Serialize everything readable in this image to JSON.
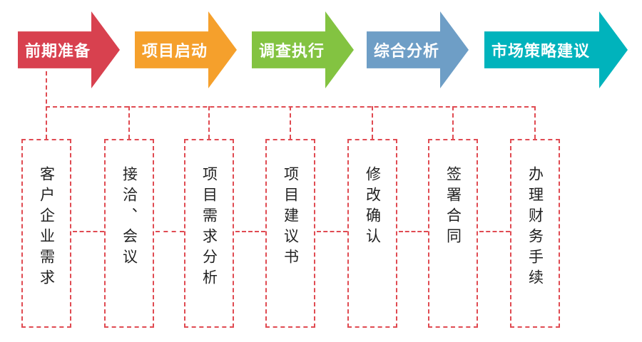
{
  "diagram": {
    "stages": [
      {
        "label": "前期准备",
        "color": "#d8414f"
      },
      {
        "label": "项目启动",
        "color": "#f5a02c"
      },
      {
        "label": "调查执行",
        "color": "#83c341"
      },
      {
        "label": "综合分析",
        "color": "#6e9ec6"
      },
      {
        "label": "市场策略建议",
        "color": "#00b3bc"
      }
    ],
    "steps": [
      {
        "label": "客户企业需求"
      },
      {
        "label": "接洽、会议"
      },
      {
        "label": "项目需求分析"
      },
      {
        "label": "项目建议书"
      },
      {
        "label": "修改确认"
      },
      {
        "label": "签署合同"
      },
      {
        "label": "办理财务手续"
      }
    ],
    "connector_color": "#e04b52",
    "stage_text_color": "#ffffff",
    "step_text_color": "#222222",
    "background_color": "#ffffff"
  }
}
